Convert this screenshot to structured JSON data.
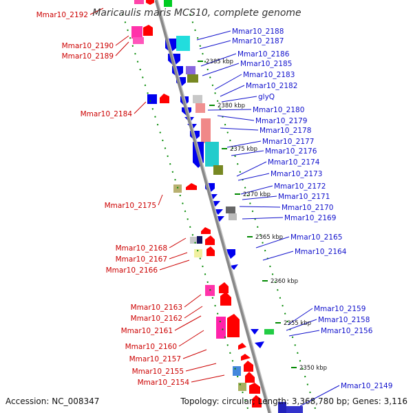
{
  "title": "Maricaulis maris MCS10, complete genome",
  "footer": {
    "accession": "Accession: NC_008347",
    "topology": "Topology: circular; Length: 3,368,780 bp; Genes: 3,116"
  },
  "colors": {
    "backbone": "#909090",
    "left_label": "#cc0000",
    "right_label": "#1010cc",
    "forward_feature": "#ff0000",
    "reverse_feature": "#0000ee",
    "tick": "#008800"
  },
  "ticks": [
    "2385 kbp",
    "2380 kbp",
    "2375 kbp",
    "2370 kbp",
    "2365 kbp",
    "2360 kbp",
    "2355 kbp",
    "2350 kbp"
  ],
  "left_labels": [
    "Mmar10_2192",
    "Mmar10_2190",
    "Mmar10_2189",
    "Mmar10_2184",
    "Mmar10_2175",
    "Mmar10_2168",
    "Mmar10_2167",
    "Mmar10_2166",
    "Mmar10_2163",
    "Mmar10_2162",
    "Mmar10_2161",
    "Mmar10_2160",
    "Mmar10_2157",
    "Mmar10_2155",
    "Mmar10_2154"
  ],
  "right_labels": [
    "Mmar10_2188",
    "Mmar10_2187",
    "Mmar10_2186",
    "Mmar10_2185",
    "Mmar10_2183",
    "Mmar10_2182",
    "glyQ",
    "Mmar10_2180",
    "Mmar10_2179",
    "Mmar10_2178",
    "Mmar10_2177",
    "Mmar10_2176",
    "Mmar10_2174",
    "Mmar10_2173",
    "Mmar10_2172",
    "Mmar10_2171",
    "Mmar10_2170",
    "Mmar10_2169",
    "Mmar10_2165",
    "Mmar10_2164",
    "Mmar10_2159",
    "Mmar10_2158",
    "Mmar10_2156",
    "Mmar10_2149"
  ]
}
